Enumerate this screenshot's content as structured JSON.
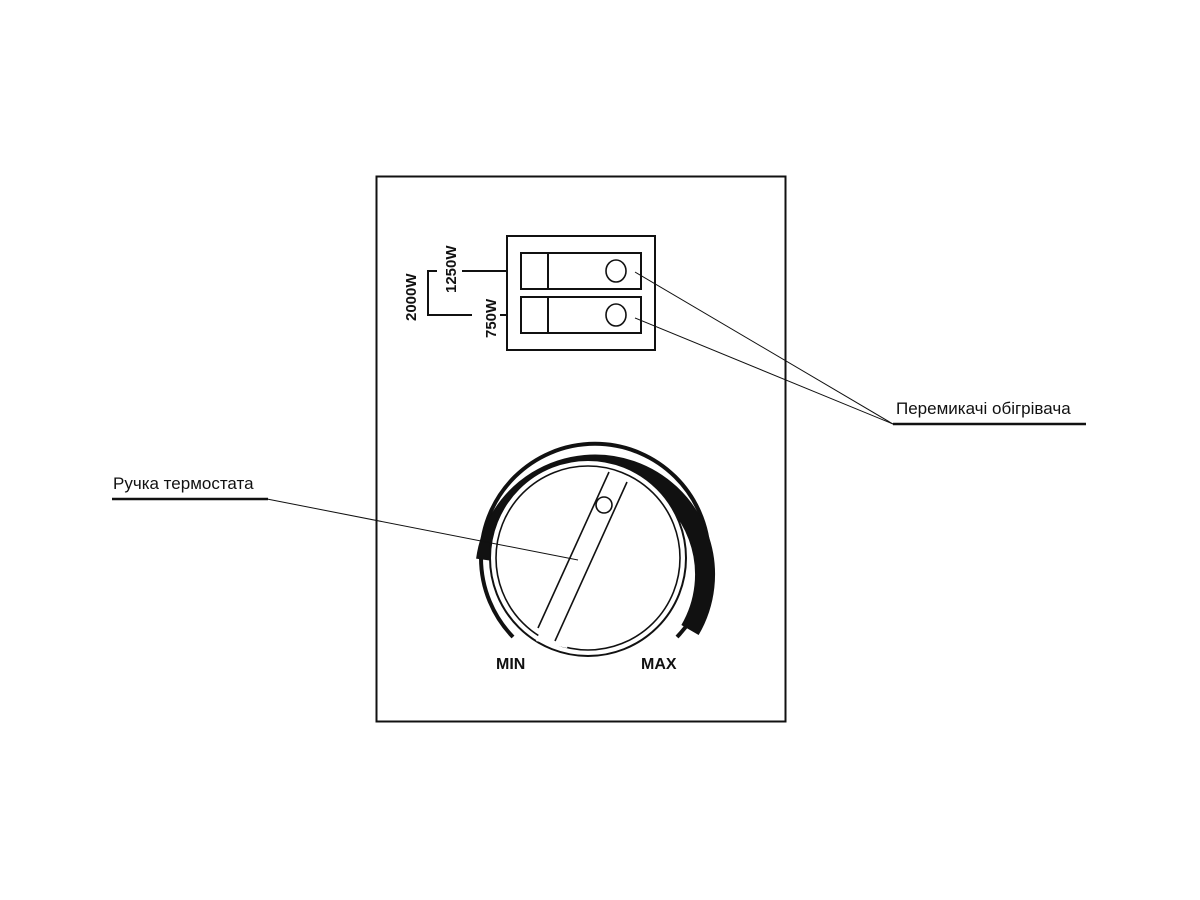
{
  "callouts": {
    "switches": "Перемикачі обігрівача",
    "thermostat": "Ручка термостата"
  },
  "switch_panel": {
    "power_total": "2000W",
    "power_top": "1250W",
    "power_bottom": "750W"
  },
  "dial": {
    "min_label": "MIN",
    "max_label": "MAX"
  },
  "colors": {
    "ink": "#111111",
    "background": "#ffffff"
  }
}
